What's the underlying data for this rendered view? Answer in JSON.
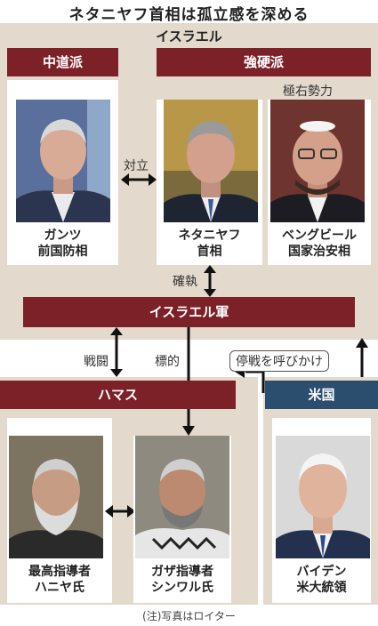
{
  "title": "ネタニヤフ首相は孤立感を深める",
  "israel": {
    "label": "イスラエル",
    "moderates_header": "中道派",
    "hardliners_header": "強硬派",
    "far_right_label": "極右勢力",
    "gantz": [
      "ガンツ",
      "前国防相"
    ],
    "netanyahu": [
      "ネタニヤフ",
      "首相"
    ],
    "ben_gvir": [
      "ベングビール",
      "国家治安相"
    ],
    "confrontation_label": "対立",
    "discord_label": "確執",
    "army": "イスラエル軍"
  },
  "links": {
    "fighting_label": "戦闘",
    "target_label": "標的",
    "ceasefire_label": "停戦を呼びかけ"
  },
  "hamas": {
    "header": "ハマス",
    "haniyeh": [
      "最高指導者",
      "ハニヤ氏"
    ],
    "sinwar": [
      "ガザ指導者",
      "シンワル氏"
    ]
  },
  "us": {
    "header": "米国",
    "biden": [
      "バイデン",
      "米大統領"
    ]
  },
  "footnote": "(注)写真はロイター",
  "colors": {
    "header_red": "#7b2127",
    "header_blue": "#2b4d6e",
    "panel_beige": "#e3d9cc"
  }
}
